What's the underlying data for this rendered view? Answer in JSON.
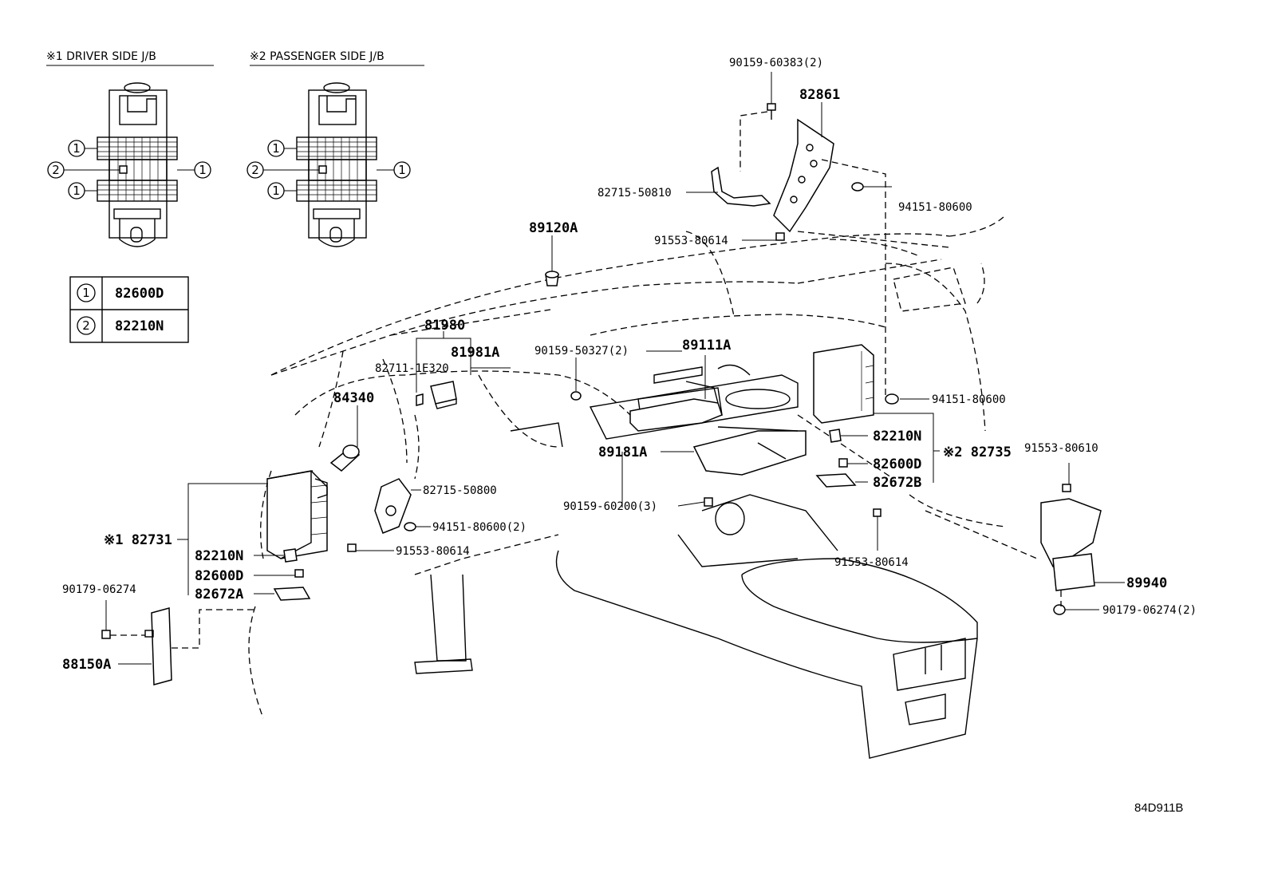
{
  "headers": {
    "driver": "※1 DRIVER SIDE J/B",
    "passenger": "※2 PASSENGER SIDE J/B"
  },
  "circle_marks": {
    "one": "1",
    "two": "2"
  },
  "legend": [
    {
      "mark": "1",
      "part": "82600D"
    },
    {
      "mark": "2",
      "part": "82210N"
    }
  ],
  "labels": {
    "p90159_60383": "90159-60383(2)",
    "p82861": "82861",
    "p82715_50810": "82715-50810",
    "p94151_80600_top": "94151-80600",
    "p89120A": "89120A",
    "p91553_80614_top": "91553-80614",
    "p81980": "81980",
    "p81981A": "81981A",
    "p82711_1E320": "82711-1E320",
    "p90159_50327": "90159-50327(2)",
    "p89111A": "89111A",
    "p94151_80600_mid": "94151-80600",
    "p84340": "84340",
    "p82210N_right": "82210N",
    "p82735": "※2 82735",
    "p91553_80610": "91553-80610",
    "p89181A": "89181A",
    "p82600D_right": "82600D",
    "p82715_50800": "82715-50800",
    "p82672B": "82672B",
    "p90159_60200": "90159-60200(3)",
    "p94151_80600_2": "94151-80600(2)",
    "p82731": "※1 82731",
    "p82210N_left": "82210N",
    "p91553_80614_left": "91553-80614",
    "p91553_80614_right": "91553-80614",
    "p89940": "89940",
    "p82600D_left": "82600D",
    "p90179_06274_left": "90179-06274",
    "p82672A": "82672A",
    "p90179_06274_right": "90179-06274(2)",
    "p88150A": "88150A",
    "diagram_code": "84D911B"
  }
}
